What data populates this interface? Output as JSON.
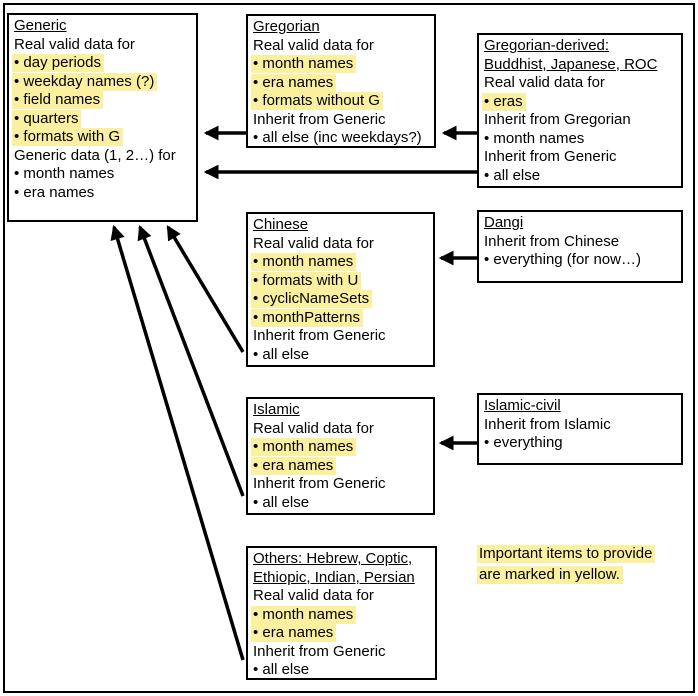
{
  "colors": {
    "highlight": "#FBF0A0",
    "line": "#000000",
    "background": "#FFFFFF",
    "text": "#000000"
  },
  "boxes": {
    "generic": {
      "title": [
        "Generic"
      ],
      "lines": [
        {
          "t": "Real valid data for",
          "h": false
        },
        {
          "t": "• day periods",
          "h": true
        },
        {
          "t": "• weekday names (?)",
          "h": true
        },
        {
          "t": "• field names",
          "h": true
        },
        {
          "t": "• quarters",
          "h": true
        },
        {
          "t": "• formats with G",
          "h": true
        },
        {
          "t": "Generic data (1, 2…) for",
          "h": false
        },
        {
          "t": "• month names",
          "h": false
        },
        {
          "t": "• era names",
          "h": false
        }
      ]
    },
    "gregorian": {
      "title": [
        "Gregorian"
      ],
      "lines": [
        {
          "t": "Real valid data for",
          "h": false
        },
        {
          "t": "• month names",
          "h": true
        },
        {
          "t": "• era names",
          "h": true
        },
        {
          "t": "• formats without G",
          "h": true
        },
        {
          "t": "Inherit from Generic",
          "h": false
        },
        {
          "t": "• all else (inc weekdays?)",
          "h": false
        }
      ]
    },
    "gregorian_derived": {
      "title": [
        "Gregorian-derived:",
        "Buddhist, Japanese, ROC"
      ],
      "lines": [
        {
          "t": "Real valid data for",
          "h": false
        },
        {
          "t": "• eras",
          "h": true
        },
        {
          "t": "Inherit from Gregorian",
          "h": false
        },
        {
          "t": "• month names",
          "h": false
        },
        {
          "t": "Inherit from Generic",
          "h": false
        },
        {
          "t": "• all else",
          "h": false
        }
      ]
    },
    "chinese": {
      "title": [
        "Chinese"
      ],
      "lines": [
        {
          "t": "Real valid data for",
          "h": false
        },
        {
          "t": "• month names",
          "h": true
        },
        {
          "t": "• formats with U",
          "h": true
        },
        {
          "t": "• cyclicNameSets",
          "h": true
        },
        {
          "t": "• monthPatterns",
          "h": true
        },
        {
          "t": "Inherit from Generic",
          "h": false
        },
        {
          "t": "• all else",
          "h": false
        }
      ]
    },
    "dangi": {
      "title": [
        "Dangi"
      ],
      "lines": [
        {
          "t": "Inherit from Chinese",
          "h": false
        },
        {
          "t": "• everything (for now…)",
          "h": false
        }
      ]
    },
    "islamic": {
      "title": [
        "Islamic"
      ],
      "lines": [
        {
          "t": "Real valid data for",
          "h": false
        },
        {
          "t": "• month names",
          "h": true
        },
        {
          "t": "• era names",
          "h": true
        },
        {
          "t": "Inherit from Generic",
          "h": false
        },
        {
          "t": "• all else",
          "h": false
        }
      ]
    },
    "islamic_civil": {
      "title": [
        "Islamic-civil"
      ],
      "lines": [
        {
          "t": "Inherit from Islamic",
          "h": false
        },
        {
          "t": "• everything",
          "h": false
        }
      ]
    },
    "others": {
      "title": [
        "Others: Hebrew, Coptic,",
        "Ethiopic, Indian, Persian"
      ],
      "lines": [
        {
          "t": "Real valid data for",
          "h": false
        },
        {
          "t": "• month names",
          "h": true
        },
        {
          "t": "• era names",
          "h": true
        },
        {
          "t": "Inherit from Generic",
          "h": false
        },
        {
          "t": "• all else",
          "h": false
        }
      ]
    }
  },
  "note": {
    "lines": [
      "Important items to provide",
      "are marked in yellow."
    ]
  },
  "arrows": [
    {
      "from": "gregorian",
      "to": "generic"
    },
    {
      "from": "gregorian-derived",
      "to": "gregorian"
    },
    {
      "from": "gregorian-derived",
      "to": "generic"
    },
    {
      "from": "dangi",
      "to": "chinese"
    },
    {
      "from": "islamic-civil",
      "to": "islamic"
    },
    {
      "from": "chinese",
      "to": "generic"
    },
    {
      "from": "islamic",
      "to": "generic"
    },
    {
      "from": "others",
      "to": "generic"
    }
  ]
}
